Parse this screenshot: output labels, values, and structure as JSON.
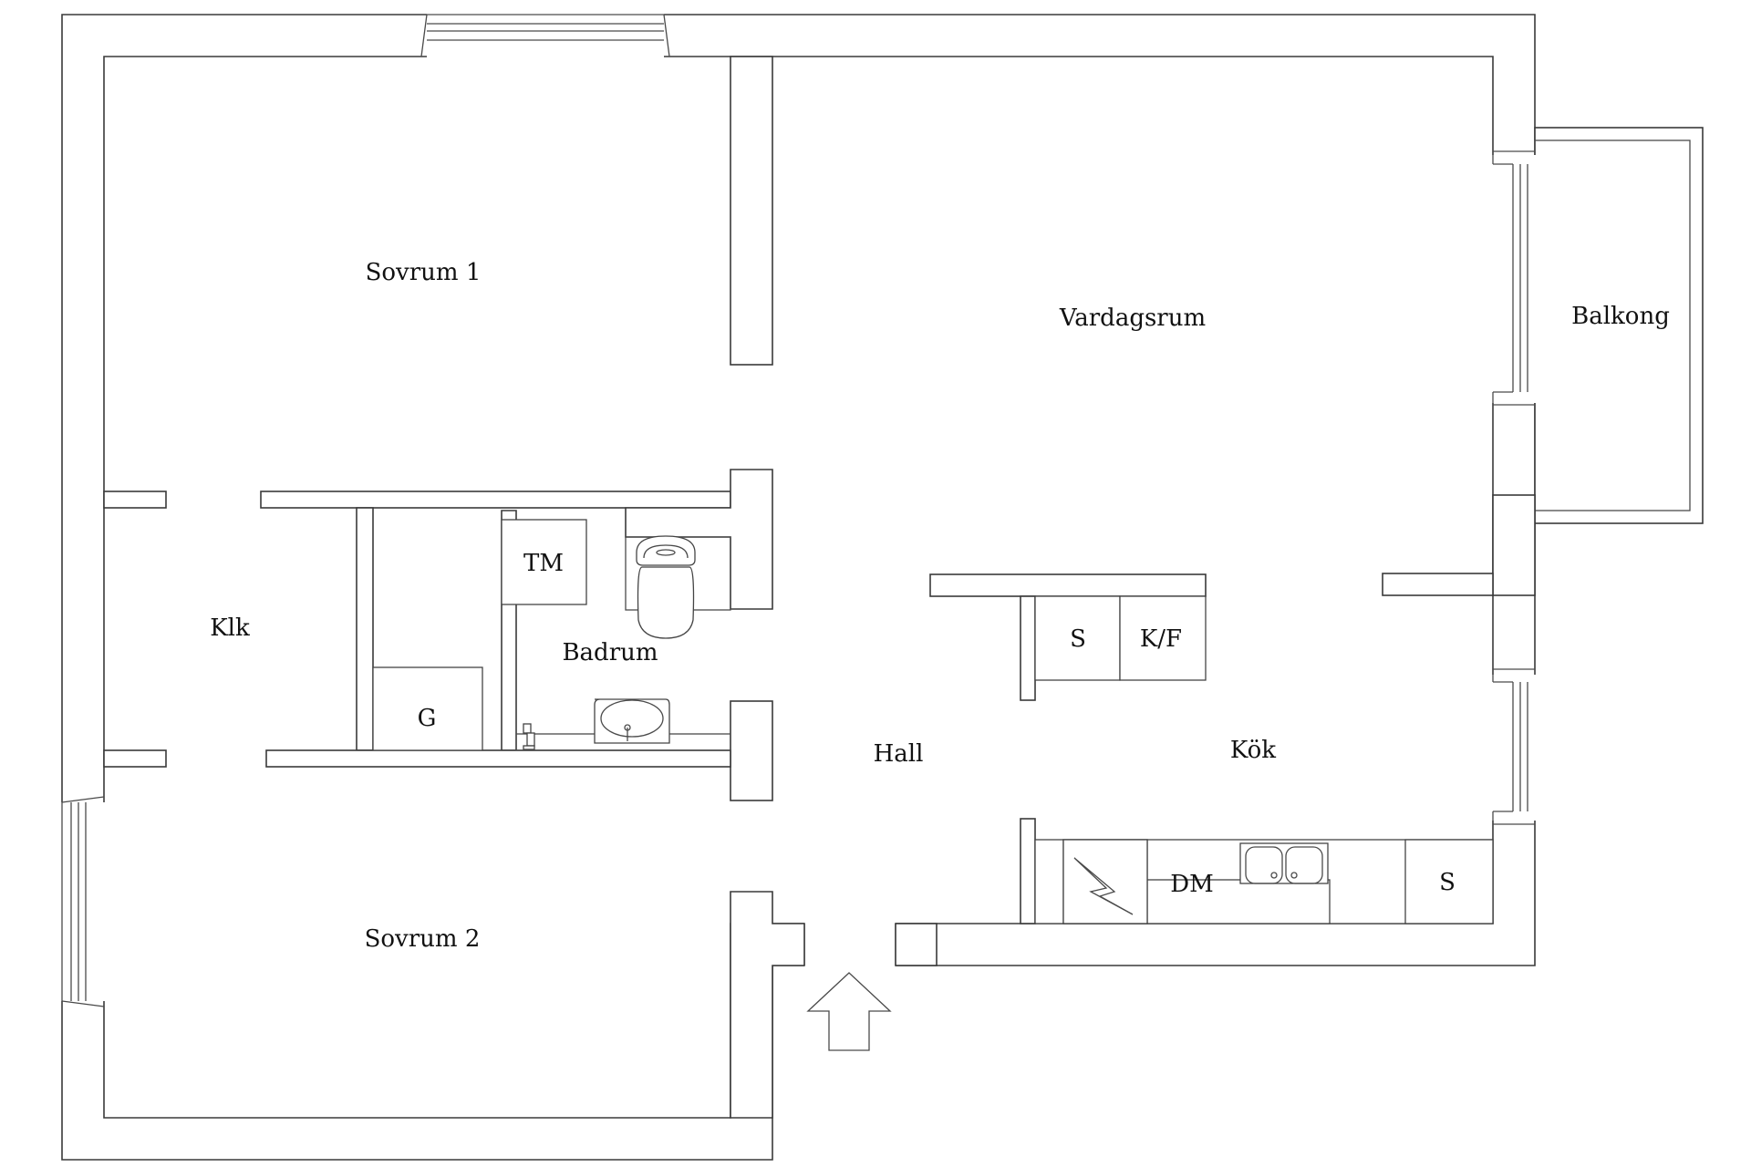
{
  "rooms": {
    "sovrum1": "Sovrum 1",
    "vardagsrum": "Vardagsrum",
    "balkong": "Balkong",
    "klk": "Klk",
    "badrum": "Badrum",
    "hall": "Hall",
    "kok": "Kök",
    "sovrum2": "Sovrum 2"
  },
  "fixtures": {
    "tm": "TM",
    "g": "G",
    "s_top": "S",
    "kf": "K/F",
    "dm": "DM",
    "s_bottom": "S"
  },
  "colors": {
    "wall_line": "#3a3a3a",
    "background": "#ffffff",
    "text": "#111111"
  }
}
